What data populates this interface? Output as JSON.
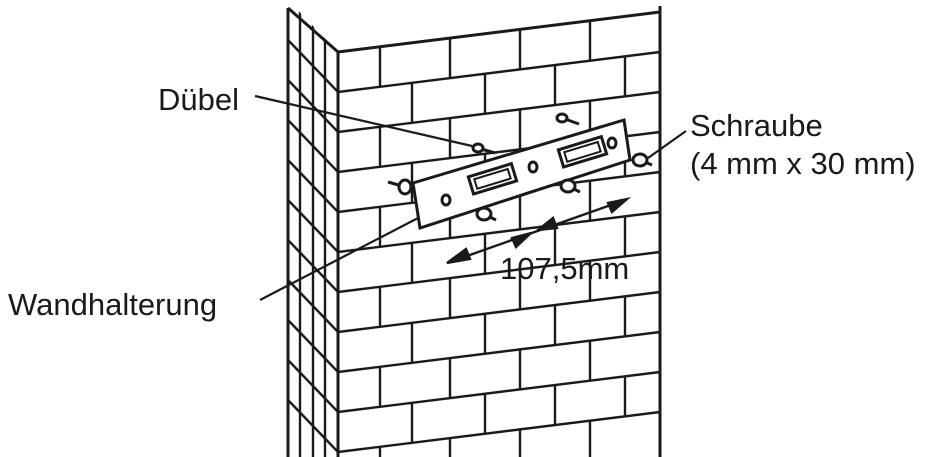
{
  "labels": {
    "duebel": "Dübel",
    "schraube": "Schraube",
    "schraube_size": "(4 mm x 30 mm)",
    "wandhalterung": "Wandhalterung",
    "dimension": "107,5mm"
  },
  "colors": {
    "ink": "#1a1a1a",
    "background": "#ffffff"
  }
}
